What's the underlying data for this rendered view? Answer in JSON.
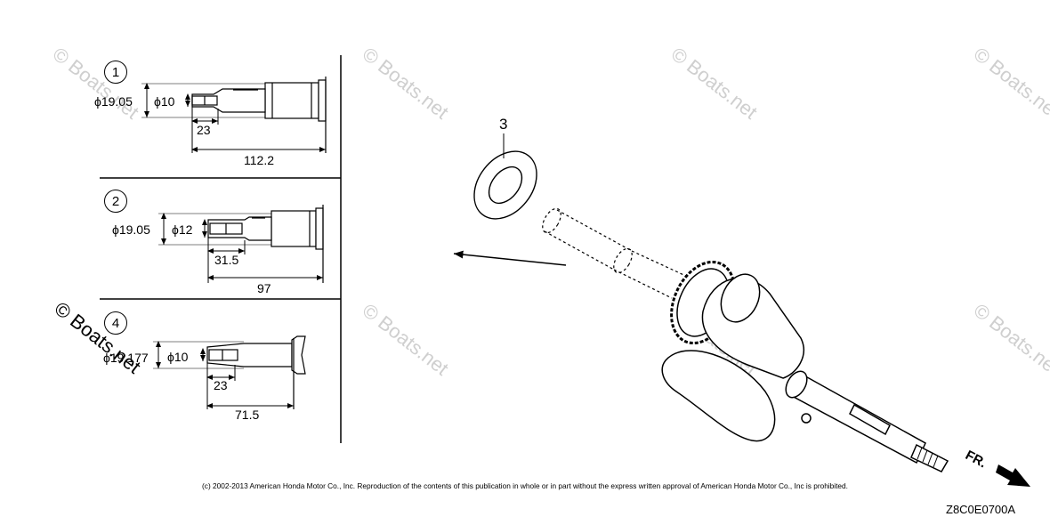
{
  "watermark": "© Boats.net",
  "variants": [
    {
      "id": "1",
      "outer_dia": "ϕ19.05",
      "inner_dia": "ϕ10",
      "short_len": "23",
      "total_len": "112.2"
    },
    {
      "id": "2",
      "outer_dia": "ϕ19.05",
      "inner_dia": "ϕ12",
      "short_len": "31.5",
      "total_len": "97"
    },
    {
      "id": "4",
      "outer_dia": "ϕ19.177",
      "inner_dia": "ϕ10",
      "short_len": "23",
      "total_len": "71.5"
    }
  ],
  "part_callout": "3",
  "direction_label": "FR.",
  "copyright": "(c) 2002-2013 American Honda Motor Co., Inc. Reproduction of the contents of this publication in whole or in part without the express written approval of American Honda Motor Co., Inc is prohibited.",
  "diagram_code": "Z8C0E0700A"
}
